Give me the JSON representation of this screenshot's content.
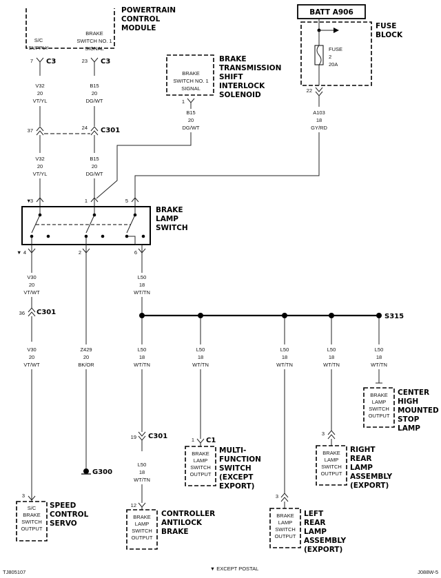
{
  "pcm": {
    "title": [
      "POWERTRAIN",
      "CONTROL",
      "MODULE"
    ],
    "sc_supply": [
      "S/C",
      "SUPPLY"
    ],
    "brake_sw_signal": [
      "BRAKE",
      "SWITCH NO. 1",
      "SIGNAL"
    ],
    "pin_sc": "7",
    "pin_brake": "23",
    "conn": "C3"
  },
  "btsi": {
    "title": [
      "BRAKE",
      "TRANSMISSION",
      "SHIFT",
      "INTERLOCK",
      "SOLENOID"
    ],
    "signal": [
      "BRAKE",
      "SWITCH NO. 1",
      "SIGNAL"
    ],
    "pin": "1",
    "wire": [
      "B15",
      "20",
      "DG/WT"
    ]
  },
  "batt": {
    "label": "BATT A906"
  },
  "fuse_block": {
    "title": [
      "FUSE",
      "BLOCK"
    ],
    "fuse": [
      "FUSE",
      "2",
      "20A"
    ],
    "pin": "22",
    "wire": [
      "A103",
      "18",
      "GY/RD"
    ]
  },
  "wires_top": {
    "v32": [
      "V32",
      "20",
      "VT/YL"
    ],
    "b15": [
      "B15",
      "20",
      "DG/WT"
    ],
    "pin37": "37",
    "pin24": "24",
    "c301": "C301"
  },
  "brake_switch": {
    "title": [
      "BRAKE",
      "LAMP",
      "SWITCH"
    ],
    "pin3": "3",
    "pin1": "1",
    "pin5": "5",
    "pin4": "4",
    "pin2": "2",
    "pin6": "6",
    "marker": "▼"
  },
  "wires_mid": {
    "v30": [
      "V30",
      "20",
      "VT/WT"
    ],
    "l50": [
      "L50",
      "18",
      "WT/TN"
    ],
    "z429": [
      "Z429",
      "20",
      "BK/OR"
    ],
    "pin36": "36",
    "c301": "C301",
    "s315": "S315",
    "g300": "G300"
  },
  "branches": {
    "wire": [
      "L50",
      "18",
      "WT/TN"
    ]
  },
  "chmsl": {
    "title": [
      "CENTER",
      "HIGH",
      "MOUNTED",
      "STOP",
      "LAMP"
    ],
    "body": [
      "BRAKE",
      "LAMP",
      "SWITCH",
      "OUTPUT"
    ]
  },
  "right_rear": {
    "title": [
      "RIGHT",
      "REAR",
      "LAMP",
      "ASSEMBLY",
      "(EXPORT)"
    ],
    "body": [
      "BRAKE",
      "LAMP",
      "SWITCH",
      "OUTPUT"
    ],
    "pin": "3"
  },
  "multifunction": {
    "title": [
      "MULTI-",
      "FUNCTION",
      "SWITCH",
      "(EXCEPT",
      "EXPORT)"
    ],
    "body": [
      "BRAKE",
      "LAMP",
      "SWITCH",
      "OUTPUT"
    ],
    "pin": "1",
    "conn": "C1"
  },
  "left_rear": {
    "title": [
      "LEFT",
      "REAR",
      "LAMP",
      "ASSEMBLY",
      "(EXPORT)"
    ],
    "body": [
      "BRAKE",
      "LAMP",
      "SWITCH",
      "OUTPUT"
    ],
    "pin": "3"
  },
  "controller_abs": {
    "title": [
      "CONTROLLER",
      "ANTILOCK",
      "BRAKE"
    ],
    "body": [
      "BRAKE",
      "LAMP",
      "SWITCH",
      "OUTPUT"
    ],
    "pin": "12",
    "pin_c301": "19",
    "c301": "C301",
    "wire": [
      "L50",
      "18",
      "WT/TN"
    ]
  },
  "speed_control": {
    "title": [
      "SPEED",
      "CONTROL",
      "SERVO"
    ],
    "body": [
      "S/C",
      "BRAKE",
      "SWITCH",
      "OUTPUT"
    ],
    "pin": "3"
  },
  "footer": {
    "left": "TJ805107",
    "center": "▼ EXCEPT POSTAL",
    "right": "J088W-5"
  }
}
